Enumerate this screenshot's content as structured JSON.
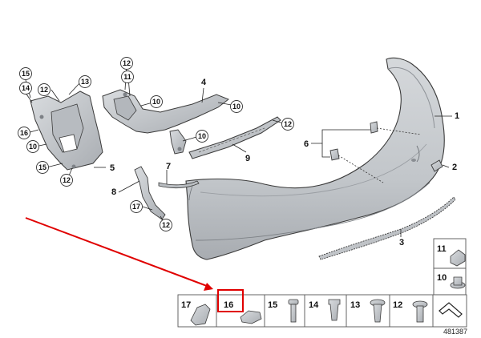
{
  "diagram": {
    "reference_number": "481387",
    "main_parts": [
      {
        "key": "p1",
        "label": "1"
      },
      {
        "key": "p2",
        "label": "2"
      },
      {
        "key": "p3",
        "label": "3"
      },
      {
        "key": "p4",
        "label": "4"
      },
      {
        "key": "p5",
        "label": "5"
      },
      {
        "key": "p6",
        "label": "6"
      },
      {
        "key": "p7",
        "label": "7"
      },
      {
        "key": "p8",
        "label": "8"
      },
      {
        "key": "p9",
        "label": "9"
      }
    ],
    "circled_callouts": [
      {
        "key": "c15a",
        "label": "15"
      },
      {
        "key": "c14a",
        "label": "14"
      },
      {
        "key": "c12a",
        "label": "12"
      },
      {
        "key": "c13a",
        "label": "13"
      },
      {
        "key": "c16a",
        "label": "16"
      },
      {
        "key": "c10a",
        "label": "10"
      },
      {
        "key": "c15b",
        "label": "15"
      },
      {
        "key": "c12b",
        "label": "12"
      },
      {
        "key": "c12c",
        "label": "12"
      },
      {
        "key": "c11a",
        "label": "11"
      },
      {
        "key": "c10b",
        "label": "10"
      },
      {
        "key": "c10c",
        "label": "10"
      },
      {
        "key": "c10d",
        "label": "10"
      },
      {
        "key": "c12d",
        "label": "12"
      },
      {
        "key": "c17a",
        "label": "17"
      },
      {
        "key": "c12e",
        "label": "12"
      }
    ],
    "parts_table": [
      {
        "key": "t17",
        "label": "17",
        "icon": "bracket-clip-icon",
        "highlighted": false
      },
      {
        "key": "t16",
        "label": "16",
        "icon": "spring-nut-clip-icon",
        "highlighted": true
      },
      {
        "key": "t15",
        "label": "15",
        "icon": "screw-icon",
        "highlighted": false
      },
      {
        "key": "t14",
        "label": "14",
        "icon": "expanding-rivet-icon",
        "highlighted": false
      },
      {
        "key": "t13",
        "label": "13",
        "icon": "plastic-rivet-icon",
        "highlighted": false
      },
      {
        "key": "t12",
        "label": "12",
        "icon": "flange-screw-icon",
        "highlighted": false
      },
      {
        "key": "t11",
        "label": "11",
        "icon": "clip-nut-icon",
        "highlighted": false
      },
      {
        "key": "t10",
        "label": "10",
        "icon": "collar-nut-icon",
        "highlighted": false
      }
    ],
    "colors": {
      "part_fill": "#c9ccd0",
      "part_fill_dark": "#a9adb2",
      "outline": "#3b3b3b",
      "callout_fill": "#ffffff",
      "arrow": "#e00000",
      "highlight_box": "#e00000",
      "table_border": "#555555"
    }
  }
}
